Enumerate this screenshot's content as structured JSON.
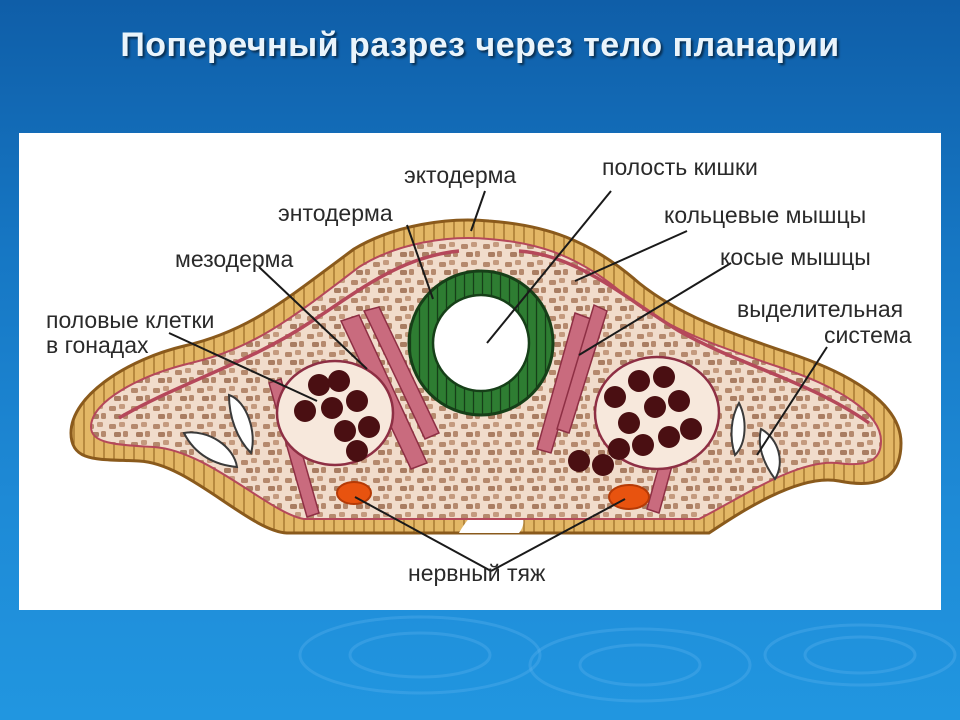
{
  "title": "Поперечный разрез через тело планарии",
  "labels": {
    "ectoderm": "эктодерма",
    "endoderm": "энтодерма",
    "mesoderm": "мезодерма",
    "gonads_line1": "половые клетки",
    "gonads_line2": "в гонадах",
    "gut_cavity": "полость кишки",
    "ring_muscles": "кольцевые мышцы",
    "oblique_muscles": "косые мышцы",
    "excretory_line1": "выделительная",
    "excretory_line2": "система",
    "nerve_cord": "нервный тяж"
  },
  "colors": {
    "background_top": "#0f5ea8",
    "background_bottom": "#2196e0",
    "ectoderm_fill": "#e3b766",
    "ectoderm_outline": "#8a5a1c",
    "mesoderm_fill": "#f1dccb",
    "mesoderm_cells": "#b5896d",
    "endoderm_ring": "#2e7d32",
    "gut_lumen": "#ffffff",
    "germ_cells": "#4a0f12",
    "muscle": "#b5485a",
    "nerve_cord": "#e8530f"
  }
}
